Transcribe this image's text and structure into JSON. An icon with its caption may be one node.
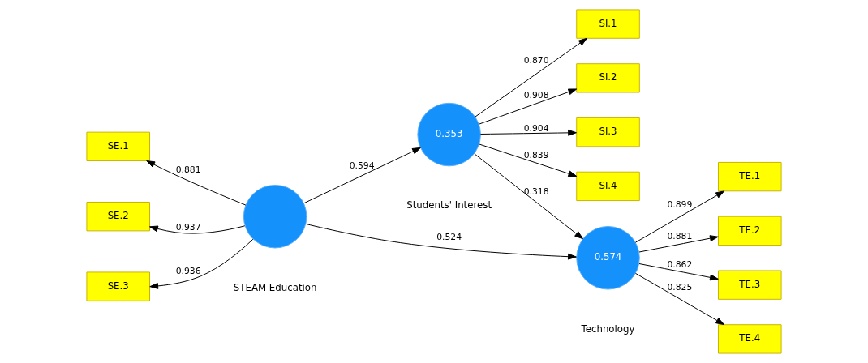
{
  "diagram": {
    "nodes": [
      {
        "text": [
          "SI.1"
        ]
      },
      {
        "text": [
          "SI.2"
        ]
      },
      {
        "text": [
          "SI.3"
        ]
      },
      {
        "text": [
          "SI.4"
        ]
      },
      {
        "text": [
          "0.353"
        ],
        "beside": [
          "Students' Interest"
        ]
      },
      {
        "text": [
          "SE.1"
        ]
      },
      {
        "text": [
          "SE.2"
        ]
      },
      {
        "text": [
          "SE.3"
        ]
      },
      {
        "text": [],
        "shape": "circle",
        "beside": [
          "STEAM Education"
        ]
      },
      {
        "text": [
          "0.574"
        ],
        "beside": [
          "Technology"
        ]
      },
      {
        "text": [
          "TE.1"
        ]
      },
      {
        "text": [
          "TE.2"
        ]
      },
      {
        "text": [
          "TE.3"
        ]
      },
      {
        "text": [
          "TE.4"
        ]
      }
    ],
    "edges": [
      {
        "from": 4,
        "to": 0,
        "arrow": "to",
        "label": "0.870"
      },
      {
        "from": 4,
        "to": 1,
        "arrow": "to",
        "label": "0.908"
      },
      {
        "from": 4,
        "to": 2,
        "arrow": "to",
        "label": "0.904"
      },
      {
        "from": 4,
        "to": 3,
        "arrow": "to",
        "label": "0.839"
      },
      {
        "from": 8,
        "to": 5,
        "arrow": "to",
        "label": "0.881"
      },
      {
        "from": 8,
        "to": 6,
        "arrow": "to",
        "label": "0.937"
      },
      {
        "from": 8,
        "to": 7,
        "arrow": "to",
        "label": "0.936"
      },
      {
        "from": 8,
        "to": 4,
        "arrow": "to",
        "label": "0.594"
      },
      {
        "from": 4,
        "to": 9,
        "arrow": "to",
        "label": "0.318"
      },
      {
        "from": 8,
        "to": 9,
        "arrow": "to",
        "label": "0.524"
      },
      {
        "from": 9,
        "to": 10,
        "arrow": "to",
        "label": "0.899"
      },
      {
        "from": 9,
        "to": 11,
        "arrow": "to",
        "label": "0.881"
      },
      {
        "from": 9,
        "to": 12,
        "arrow": "to",
        "label": "0.862"
      },
      {
        "from": 9,
        "to": 13,
        "arrow": "to",
        "label": "0.825"
      }
    ]
  }
}
